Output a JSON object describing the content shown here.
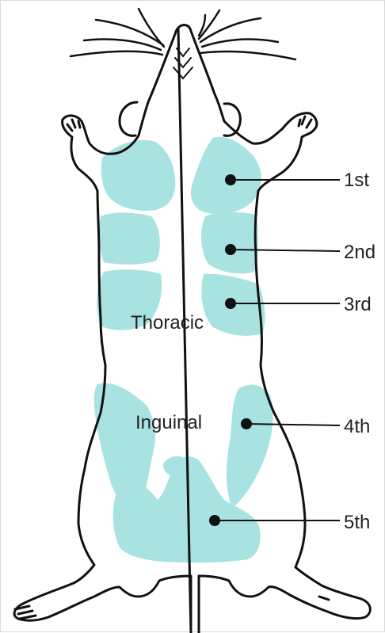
{
  "diagram": {
    "colors": {
      "gland_fill": "#a8e3e1",
      "outline": "#111111",
      "leader": "#111111",
      "background": "#ffffff"
    },
    "regions": {
      "thoracic": "Thoracic",
      "inguinal": "Inguinal"
    },
    "glands": [
      {
        "label": "1st"
      },
      {
        "label": "2nd"
      },
      {
        "label": "3rd"
      },
      {
        "label": "4th"
      },
      {
        "label": "5th"
      }
    ]
  }
}
